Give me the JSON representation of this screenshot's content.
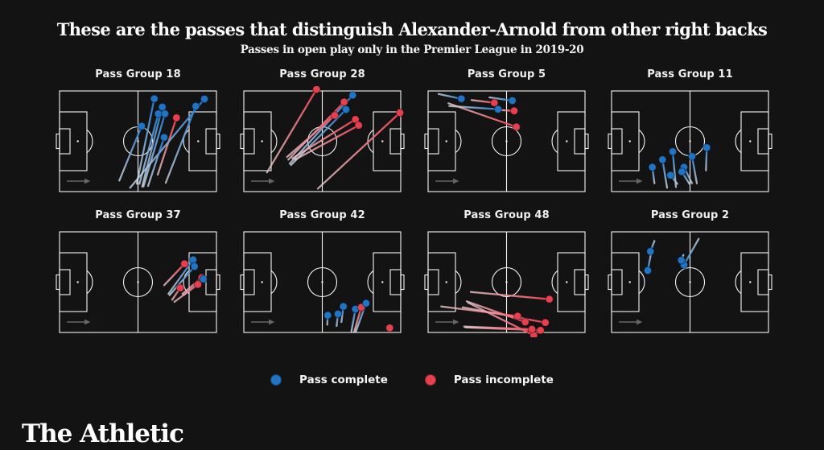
{
  "title": "These are the passes that distinguish Alexander-Arnold from other right backs",
  "subtitle": "Passes in open play only in the Premier League in 2019-20",
  "legend": {
    "complete_label": "Pass complete",
    "incomplete_label": "Pass incomplete"
  },
  "logo_text": "The Athletic",
  "colors": {
    "complete": "#2173c4",
    "incomplete": "#e6404f",
    "complete_fade": "#d9e5f2",
    "incomplete_fade": "#f6d2d6",
    "pitch_line": "#f5f5f5",
    "arrow": "#666666",
    "background": "#131313",
    "text": "#ffffff"
  },
  "chart_data": {
    "type": "scatter",
    "subtype": "pass-map-small-multiples",
    "title": "These are the passes that distinguish Alexander-Arnold from other right backs",
    "subtitle": "Passes in open play only in the Premier League in 2019-20",
    "legend_entries": [
      "Pass complete",
      "Pass incomplete"
    ],
    "pitch": {
      "width": 195,
      "height": 125,
      "units": "panel pixels, origin at pitch top-left corner, attack direction left to right"
    },
    "panels": [
      {
        "label": "Pass Group 18",
        "row": 0,
        "col": 0,
        "passes": [
          {
            "from": [
              96,
              115.3
            ],
            "to": [
              117.7,
              9.7
            ],
            "complete": true
          },
          {
            "from": [
              102.7,
              118.7
            ],
            "to": [
              127.7,
              20
            ],
            "complete": true
          },
          {
            "from": [
              99.3,
              115.3
            ],
            "to": [
              122.7,
              28.3
            ],
            "complete": true
          },
          {
            "from": [
              104.3,
              118.7
            ],
            "to": [
              131,
              28.3
            ],
            "complete": true
          },
          {
            "from": [
              74.3,
              111.3
            ],
            "to": [
              102,
              43.7
            ],
            "complete": true
          },
          {
            "from": [
              122,
              104
            ],
            "to": [
              145.3,
              33.3
            ],
            "complete": false
          },
          {
            "from": [
              132,
              114
            ],
            "to": [
              169.3,
              19
            ],
            "complete": true
          },
          {
            "from": [
              87.7,
              120.3
            ],
            "to": [
              180,
              10
            ],
            "complete": true
          },
          {
            "from": [
              110,
              118
            ],
            "to": [
              130,
              57.7
            ],
            "complete": true
          }
        ]
      },
      {
        "label": "Pass Group 28",
        "row": 0,
        "col": 1,
        "passes": [
          {
            "from": [
              28.7,
              101.3
            ],
            "to": [
              90.3,
              -2
            ],
            "complete": false
          },
          {
            "from": [
              57,
              90.3
            ],
            "to": [
              135.3,
              5.3
            ],
            "complete": true
          },
          {
            "from": [
              55.3,
              85.3
            ],
            "to": [
              124.7,
              13.7
            ],
            "complete": false
          },
          {
            "from": [
              58.7,
              92
            ],
            "to": [
              127,
              23
            ],
            "complete": true
          },
          {
            "from": [
              53.7,
              82
            ],
            "to": [
              113,
              30.3
            ],
            "complete": false
          },
          {
            "from": [
              60.3,
              83.7
            ],
            "to": [
              138.7,
              35.3
            ],
            "complete": false
          },
          {
            "from": [
              63.7,
              85.3
            ],
            "to": [
              142.7,
              42.7
            ],
            "complete": false
          },
          {
            "from": [
              92,
              121.3
            ],
            "to": [
              194,
              27
            ],
            "complete": false
          }
        ]
      },
      {
        "label": "Pass Group 5",
        "row": 0,
        "col": 2,
        "passes": [
          {
            "from": [
              13,
              3.7
            ],
            "to": [
              41.3,
              9.7
            ],
            "complete": true
          },
          {
            "from": [
              76.3,
              8
            ],
            "to": [
              104.7,
              12
            ],
            "complete": true
          },
          {
            "from": [
              54,
              11.3
            ],
            "to": [
              82.3,
              14.7
            ],
            "complete": false
          },
          {
            "from": [
              26.3,
              18.7
            ],
            "to": [
              87,
              22.7
            ],
            "complete": true
          },
          {
            "from": [
              88,
              23.7
            ],
            "to": [
              107,
              24.7
            ],
            "complete": false
          },
          {
            "from": [
              25.3,
              15.3
            ],
            "to": [
              109.7,
              44.7
            ],
            "complete": false
          }
        ]
      },
      {
        "label": "Pass Group 11",
        "row": 0,
        "col": 3,
        "passes": [
          {
            "from": [
              53.3,
              114.7
            ],
            "to": [
              50.7,
              94.7
            ],
            "complete": true
          },
          {
            "from": [
              69,
              120.3
            ],
            "to": [
              63.3,
              85.3
            ],
            "complete": true
          },
          {
            "from": [
              80,
              119.3
            ],
            "to": [
              76,
              75.3
            ],
            "complete": true
          },
          {
            "from": [
              81.7,
              115.3
            ],
            "to": [
              73.3,
              104.7
            ],
            "complete": true
          },
          {
            "from": [
              100,
              114.7
            ],
            "to": [
              90,
              94.7
            ],
            "complete": true
          },
          {
            "from": [
              96.7,
              115.3
            ],
            "to": [
              87.3,
              100.3
            ],
            "complete": true
          },
          {
            "from": [
              106,
              114.7
            ],
            "to": [
              100,
              81.3
            ],
            "complete": true
          },
          {
            "from": [
              117.3,
              98.7
            ],
            "to": [
              118.3,
              70.3
            ],
            "complete": true
          }
        ]
      },
      {
        "label": "Pass Group 37",
        "row": 1,
        "col": 0,
        "passes": [
          {
            "from": [
              130,
              66.3
            ],
            "to": [
              155.3,
              39.7
            ],
            "complete": false
          },
          {
            "from": [
              135.3,
              77
            ],
            "to": [
              166,
              34.7
            ],
            "complete": true
          },
          {
            "from": [
              136.7,
              78.7
            ],
            "to": [
              167.7,
              43
            ],
            "complete": true
          },
          {
            "from": [
              152.7,
              77
            ],
            "to": [
              176.7,
              57
            ],
            "complete": false
          },
          {
            "from": [
              154.3,
              78.7
            ],
            "to": [
              178.7,
              58.7
            ],
            "complete": true
          },
          {
            "from": [
              142.7,
              87
            ],
            "to": [
              172,
              65.3
            ],
            "complete": false
          },
          {
            "from": [
              140,
              84.3
            ],
            "to": [
              150,
              69.7
            ],
            "complete": false
          }
        ]
      },
      {
        "label": "Pass Group 42",
        "row": 1,
        "col": 1,
        "passes": [
          {
            "from": [
              103.7,
              115.3
            ],
            "to": [
              104.3,
              103.7
            ],
            "complete": true
          },
          {
            "from": [
              115.3,
              117
            ],
            "to": [
              117,
              102
            ],
            "complete": true
          },
          {
            "from": [
              121.3,
              112
            ],
            "to": [
              123.7,
              92.7
            ],
            "complete": true
          },
          {
            "from": [
              133.7,
              123.7
            ],
            "to": [
              138.7,
              96
            ],
            "complete": true
          },
          {
            "from": [
              137,
              124.7
            ],
            "to": [
              146,
              93.7
            ],
            "complete": false
          },
          {
            "from": [
              139.3,
              123.7
            ],
            "to": [
              152,
              88.7
            ],
            "complete": true
          },
          {
            "from": [
              179.5,
              117.5
            ],
            "to": [
              181.3,
              119.3
            ],
            "complete": false
          }
        ]
      },
      {
        "label": "Pass Group 48",
        "row": 1,
        "col": 2,
        "passes": [
          {
            "from": [
              53,
              74.7
            ],
            "to": [
              150.7,
              83.7
            ],
            "complete": false
          },
          {
            "from": [
              48,
              86.3
            ],
            "to": [
              120.7,
              112
            ],
            "complete": false
          },
          {
            "from": [
              49.7,
              88
            ],
            "to": [
              131.3,
              128.5
            ],
            "complete": false
          },
          {
            "from": [
              16.3,
              92.7
            ],
            "to": [
              111.3,
              104.7
            ],
            "complete": false
          },
          {
            "from": [
              43,
              93.7
            ],
            "to": [
              145.7,
              112.7
            ],
            "complete": false
          },
          {
            "from": [
              44.7,
              117.7
            ],
            "to": [
              129,
              121
            ],
            "complete": false
          },
          {
            "from": [
              46.3,
              118.7
            ],
            "to": [
              139.7,
              122.3
            ],
            "complete": false
          }
        ]
      },
      {
        "label": "Pass Group 2",
        "row": 1,
        "col": 3,
        "passes": [
          {
            "from": [
              53.3,
              11.3
            ],
            "to": [
              48.3,
              24.3
            ],
            "complete": true
          },
          {
            "from": [
              49.3,
              25.3
            ],
            "to": [
              45,
              48
            ],
            "complete": true
          },
          {
            "from": [
              108.3,
              8.7
            ],
            "to": [
              90,
              41
            ],
            "complete": true
          },
          {
            "from": [
              89.3,
              28.7
            ],
            "to": [
              86.7,
              35.3
            ],
            "complete": true
          }
        ]
      }
    ]
  }
}
